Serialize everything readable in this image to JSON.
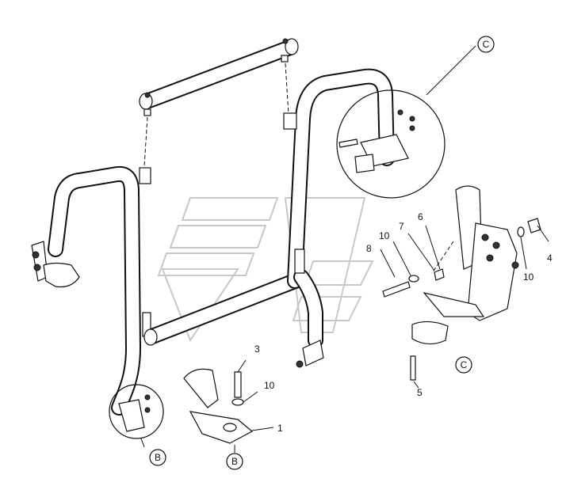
{
  "callouts": {
    "c_top": "C",
    "c_bottom": "C",
    "b_left": "B",
    "b_right": "B"
  },
  "part_numbers": {
    "p1": "1",
    "p3": "3",
    "p4": "4",
    "p5": "5",
    "p6": "6",
    "p7": "7",
    "p8": "8",
    "p10a": "10",
    "p10b": "10",
    "p10c": "10"
  }
}
